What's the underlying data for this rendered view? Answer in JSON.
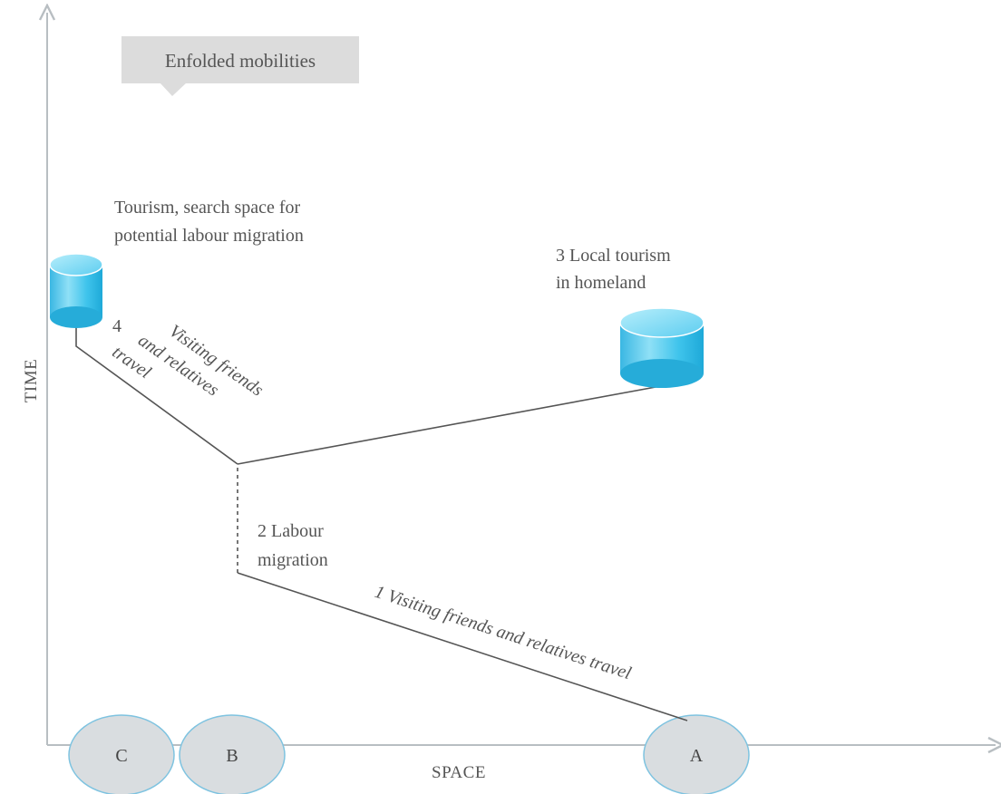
{
  "callout": {
    "text": "Enfolded mobilities"
  },
  "axes": {
    "y_label": "TIME",
    "x_label": "SPACE"
  },
  "places": [
    {
      "id": "C",
      "label": "C"
    },
    {
      "id": "B",
      "label": "B"
    },
    {
      "id": "A",
      "label": "A"
    }
  ],
  "labels": {
    "tourism_line1": "Tourism, search space for",
    "tourism_line2": "potential labour migration",
    "local_line1": "3 Local tourism",
    "local_line2": "in homeland",
    "vfr4_number": "4",
    "vfr4_line1": "Visiting friends",
    "vfr4_line2": "and relatives",
    "vfr4_line3": "travel",
    "labour_line1": "2 Labour",
    "labour_line2": "migration",
    "vfr1": "1 Visiting friends and relatives travel"
  },
  "colors": {
    "axis": "#b8bec2",
    "path": "#555555",
    "node_fill": "#d9dde0",
    "node_stroke": "#7ec3e0",
    "callout_fill": "#dcdcdc",
    "cylinder_top": "#7fd8f2",
    "cylinder_body": "#39c1ea"
  }
}
